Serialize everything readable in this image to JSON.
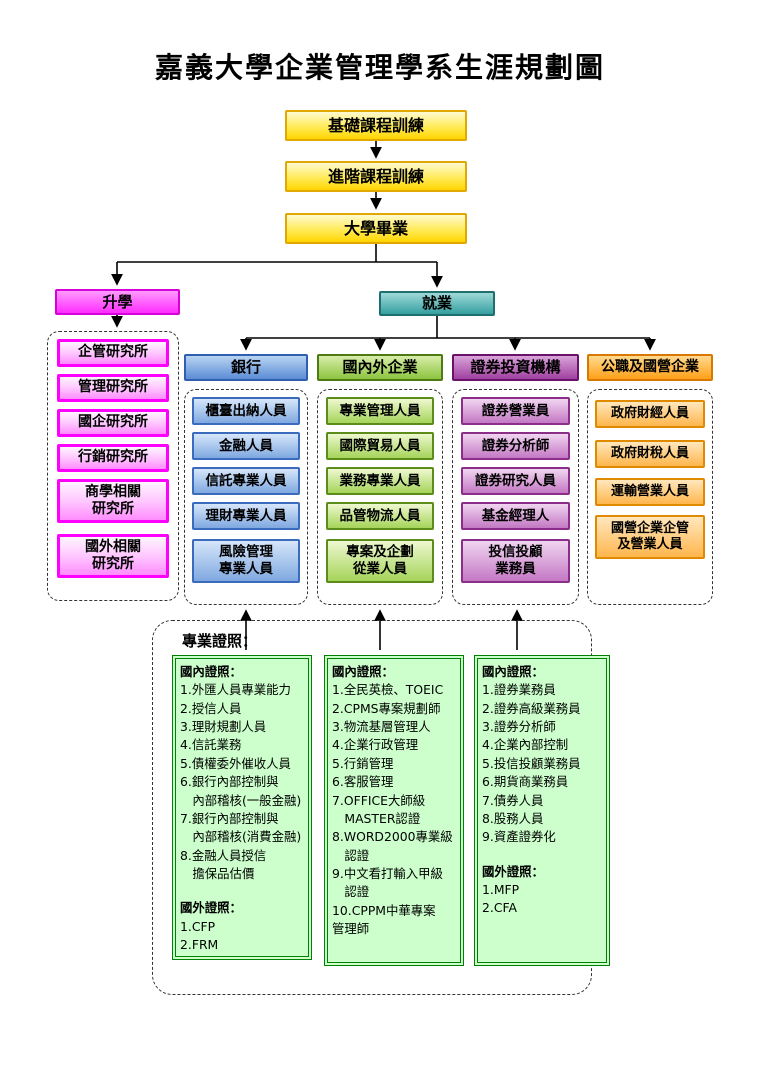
{
  "title": "嘉義大學企業管理學系生涯規劃圖",
  "flow": {
    "nodes": [
      "基礎課程訓練",
      "進階課程訓練",
      "大學畢業"
    ],
    "branches": {
      "left": "升學",
      "right": "就業"
    }
  },
  "further_study": {
    "items": [
      "企管研究所",
      "管理研究所",
      "國企研究所",
      "行銷研究所",
      "商學相關\n研究所",
      "國外相關\n研究所"
    ]
  },
  "employment": {
    "columns": [
      {
        "header": "銀行",
        "items": [
          "櫃臺出納人員",
          "金融人員",
          "信託專業人員",
          "理財專業人員",
          "風險管理\n專業人員"
        ]
      },
      {
        "header": "國內外企業",
        "items": [
          "專業管理人員",
          "國際貿易人員",
          "業務專業人員",
          "品管物流人員",
          "專案及企劃\n從業人員"
        ]
      },
      {
        "header": "證券投資機構",
        "items": [
          "證券營業員",
          "證券分析師",
          "證券研究人員",
          "基金經理人",
          "投信投顧\n業務員"
        ]
      },
      {
        "header": "公職及國營企業",
        "items": [
          "政府財經人員",
          "政府財稅人員",
          "運輸營業人員",
          "國營企業企管\n及營業人員"
        ]
      }
    ]
  },
  "certificates": {
    "label": "專業證照：",
    "boxes": [
      {
        "sections": [
          {
            "heading": "國內證照：",
            "items": [
              "1.外匯人員專業能力",
              "2.授信人員",
              "3.理財規劃人員",
              "4.信託業務",
              "5.債權委外催收人員",
              "6.銀行內部控制與\n　內部稽核(一般金融)",
              "7.銀行內部控制與\n　內部稽核(消費金融)",
              "8.金融人員授信\n　擔保品估價"
            ]
          },
          {
            "heading": "國外證照：",
            "items": [
              "1.CFP",
              "2.FRM"
            ]
          }
        ]
      },
      {
        "sections": [
          {
            "heading": "國內證照：",
            "items": [
              "1.全民英檢、TOEIC",
              "2.CPMS專案規劃師",
              "3.物流基層管理人",
              "4.企業行政管理",
              "5.行銷管理",
              "6.客服管理",
              "7.OFFICE大師級\n　MASTER認證",
              "8.WORD2000專業級\n　認證",
              "9.中文看打輸入甲級\n　認證",
              "10.CPPM中華專案\n管理師"
            ]
          }
        ]
      },
      {
        "sections": [
          {
            "heading": "國內證照：",
            "items": [
              "1.證券業務員",
              "2.證券高級業務員",
              "3.證券分析師",
              "4.企業內部控制",
              "5.投信投顧業務員",
              "6.期貨商業務員",
              "7.債券人員",
              "8.股務人員",
              "9.資產證券化"
            ]
          },
          {
            "heading": "國外證照：",
            "items": [
              "1.MFP",
              "2.CFA"
            ]
          }
        ]
      }
    ]
  }
}
